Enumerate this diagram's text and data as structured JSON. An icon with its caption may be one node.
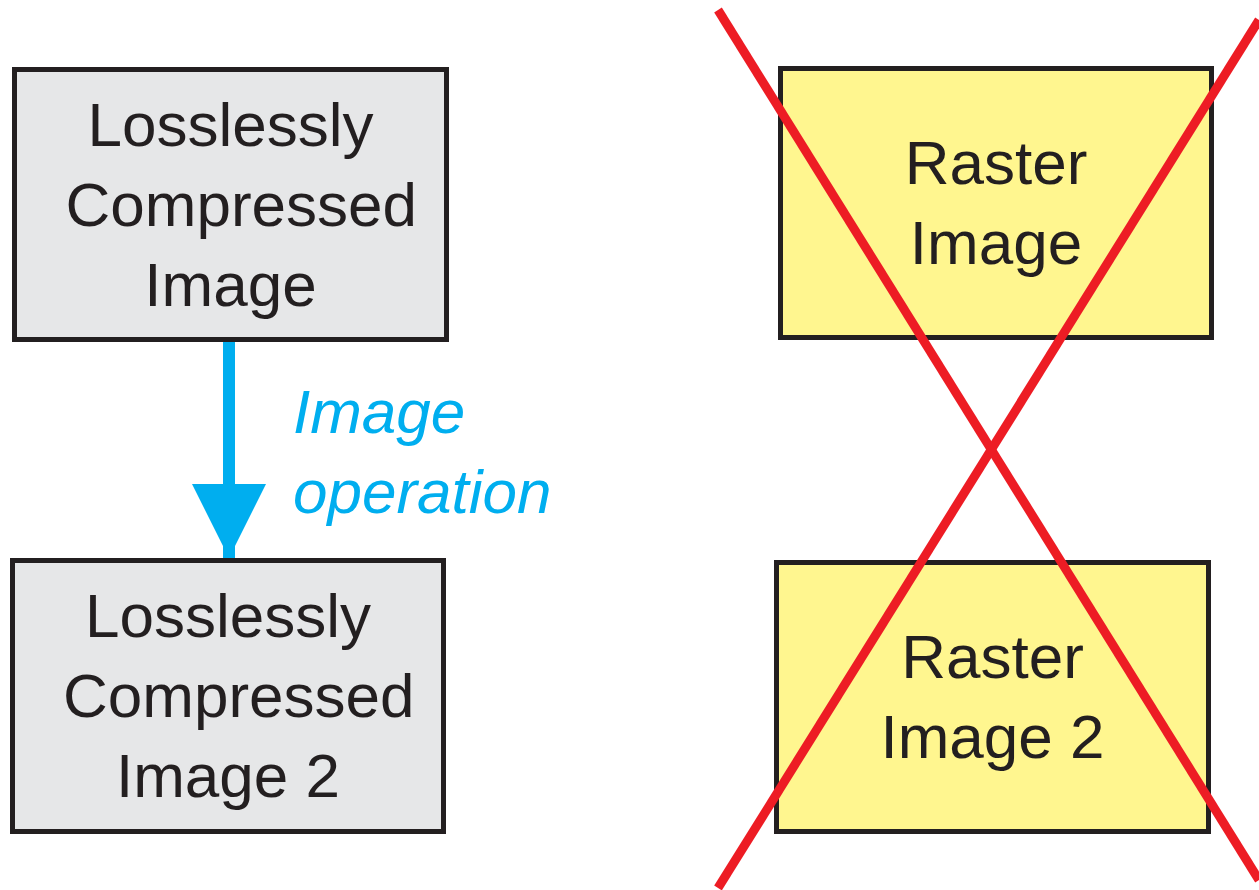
{
  "diagram": {
    "nodes": [
      {
        "text": [
          "Losslessly Compressed Image"
        ]
      },
      {
        "text": [
          "Losslessly Compressed Image 2"
        ]
      },
      {
        "text": [
          "Raster Image"
        ]
      },
      {
        "text": [
          "Raster Image 2"
        ]
      }
    ],
    "edges": [
      {
        "from": 0,
        "to": 1,
        "arrow": "to",
        "label": "Image operation",
        "color": "#00aeef"
      }
    ]
  }
}
